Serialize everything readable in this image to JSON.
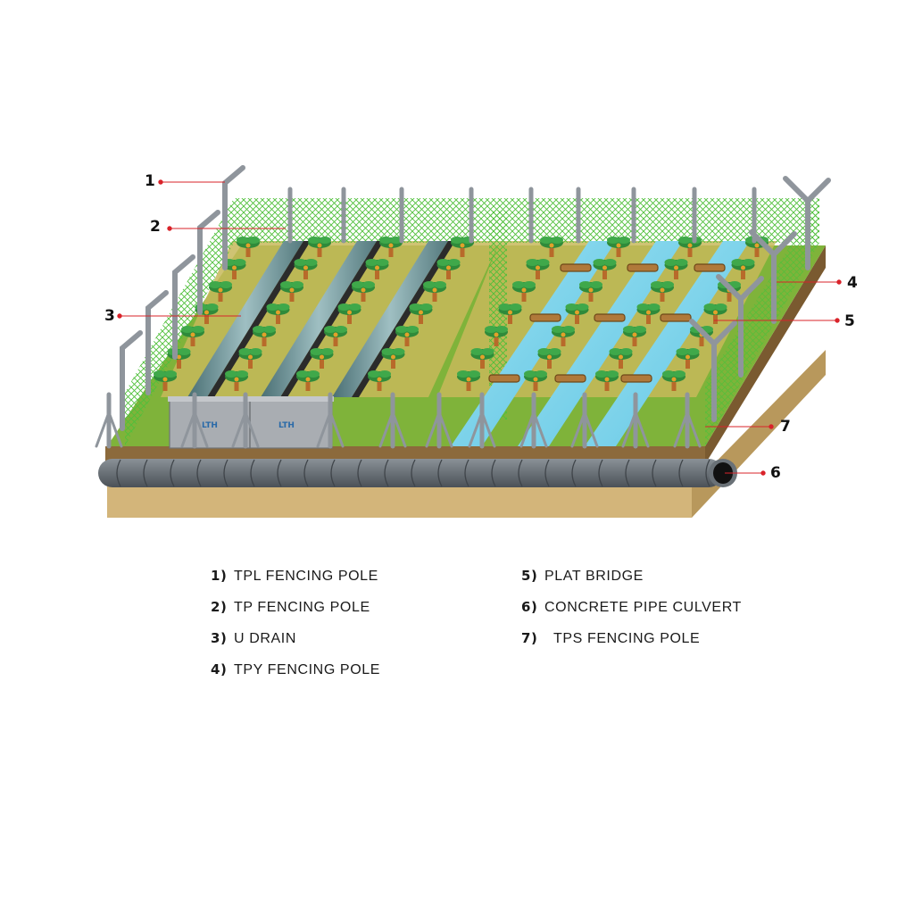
{
  "callouts": [
    {
      "number": "1"
    },
    {
      "number": "2"
    },
    {
      "number": "3"
    },
    {
      "number": "4"
    },
    {
      "number": "5"
    },
    {
      "number": "6"
    },
    {
      "number": "7"
    }
  ],
  "legend": {
    "left": [
      {
        "num": "1)",
        "label": "TPL FENCING POLE"
      },
      {
        "num": "2)",
        "label": "TP FENCING POLE"
      },
      {
        "num": "3)",
        "label": "U DRAIN"
      },
      {
        "num": "4)",
        "label": "TPY FENCING POLE"
      }
    ],
    "right": [
      {
        "num": "5)",
        "label": "PLAT BRIDGE"
      },
      {
        "num": "6)",
        "label": "CONCRETE PIPE CULVERT"
      },
      {
        "num": "7)",
        "label": "TPS FENCING POLE"
      }
    ]
  },
  "brand": {
    "text": "LTH"
  },
  "colors": {
    "grass": "#7fb33a",
    "soil": "#c9a95a",
    "mesh": "#5cc23c",
    "pole": "#8f959c",
    "water": "#7fd3ea",
    "pipe": "#6f767c",
    "callout_line": "#d9232a"
  }
}
